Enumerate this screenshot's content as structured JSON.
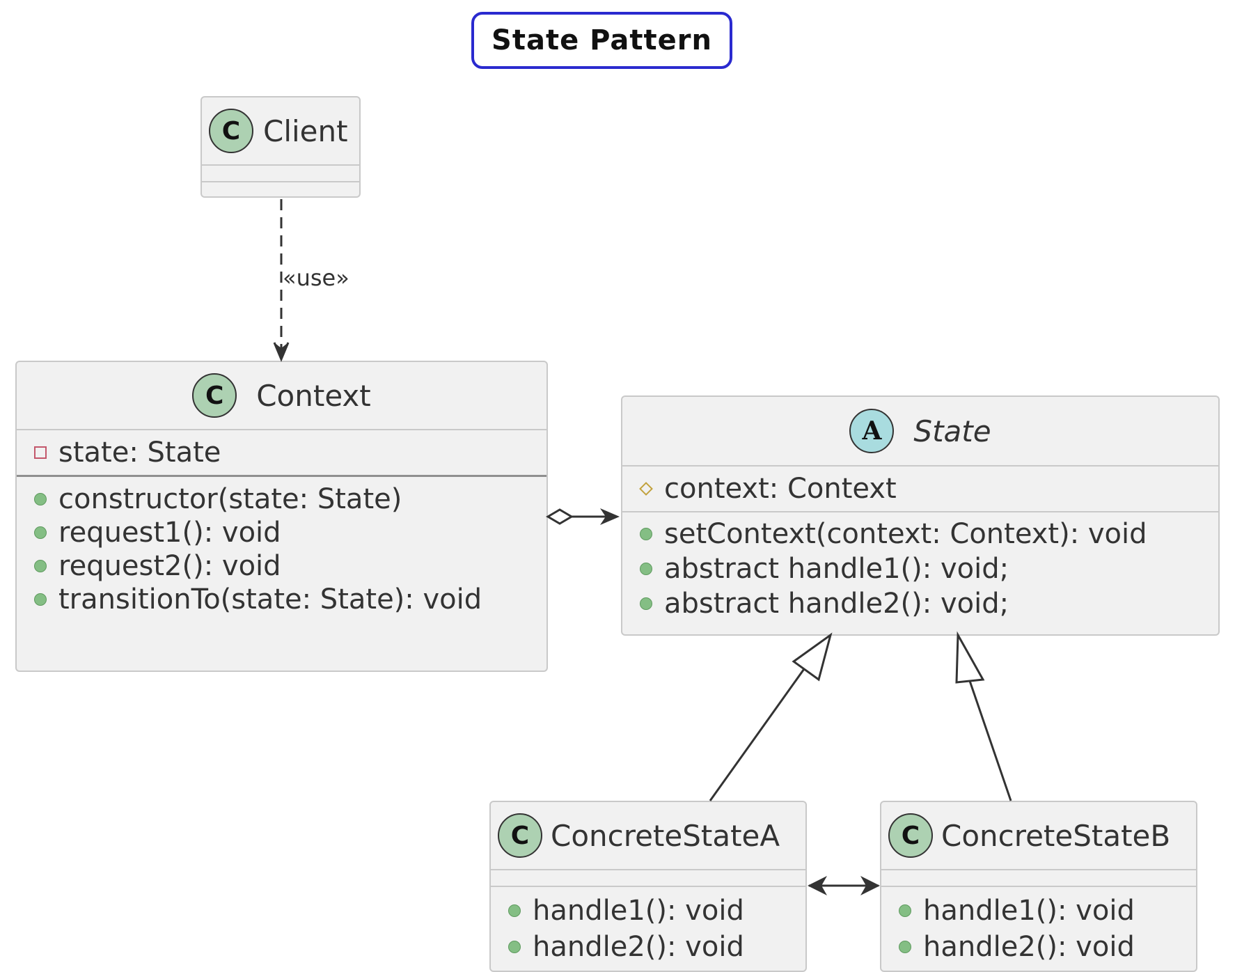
{
  "diagram": {
    "title": "State Pattern",
    "classes": {
      "client": {
        "badge": "C",
        "name": "Client"
      },
      "context": {
        "badge": "C",
        "name": "Context",
        "fields": [
          {
            "visibility": "private",
            "text": "state: State"
          }
        ],
        "methods": [
          {
            "visibility": "public",
            "text": "constructor(state: State)"
          },
          {
            "visibility": "public",
            "text": "request1(): void"
          },
          {
            "visibility": "public",
            "text": "request2(): void"
          },
          {
            "visibility": "public",
            "text": "transitionTo(state: State): void"
          }
        ]
      },
      "state": {
        "badge": "A",
        "name": "State",
        "abstract": true,
        "fields": [
          {
            "visibility": "protected",
            "text": "context: Context"
          }
        ],
        "methods": [
          {
            "visibility": "public",
            "text": "setContext(context: Context): void"
          },
          {
            "visibility": "public",
            "text": "abstract handle1(): void;"
          },
          {
            "visibility": "public",
            "text": "abstract handle2(): void;"
          }
        ]
      },
      "concrete_a": {
        "badge": "C",
        "name": "ConcreteStateA",
        "methods": [
          {
            "visibility": "public",
            "text": "handle1(): void"
          },
          {
            "visibility": "public",
            "text": "handle2(): void"
          }
        ]
      },
      "concrete_b": {
        "badge": "C",
        "name": "ConcreteStateB",
        "methods": [
          {
            "visibility": "public",
            "text": "handle1(): void"
          },
          {
            "visibility": "public",
            "text": "handle2(): void"
          }
        ]
      }
    },
    "relations": {
      "client_context": {
        "stereotype": "«use»",
        "type": "dependency"
      },
      "context_state": {
        "type": "aggregation"
      },
      "a_state": {
        "type": "generalization"
      },
      "b_state": {
        "type": "generalization"
      },
      "a_b": {
        "type": "bidirectional-association"
      }
    }
  },
  "colors": {
    "title_border": "#2a2acf",
    "class_fill": "#f1f1f1",
    "class_badge": "#add1b2",
    "abstract_badge": "#a9dcdf",
    "public_marker": "#84be84",
    "private_marker": "#c3576b",
    "protected_marker": "#c2a23d"
  }
}
